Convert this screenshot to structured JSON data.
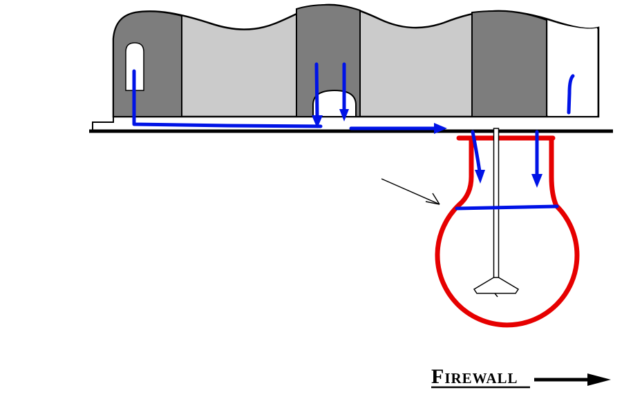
{
  "labels": {
    "firewall": "Firewall"
  },
  "colors": {
    "airflow_blue": "#0013e6",
    "port_red": "#e60000",
    "baffle_dark_gray": "#7d7d7d",
    "cowl_light_gray": "#cbcbcb",
    "outline_black": "#000000",
    "background_white": "#ffffff"
  },
  "elements": {
    "diagram_subject": "engine cooling airflow cross-section",
    "airflow_arrows": [
      "left-downdraft-arrow",
      "center-downdraft-arrow-left",
      "center-downdraft-arrow-right",
      "center-exit-right-arrow",
      "port-inflow-left-arrow",
      "port-inflow-right-arrow",
      "right-downdraft-line"
    ],
    "firewall_arrow": "right-arrow"
  }
}
